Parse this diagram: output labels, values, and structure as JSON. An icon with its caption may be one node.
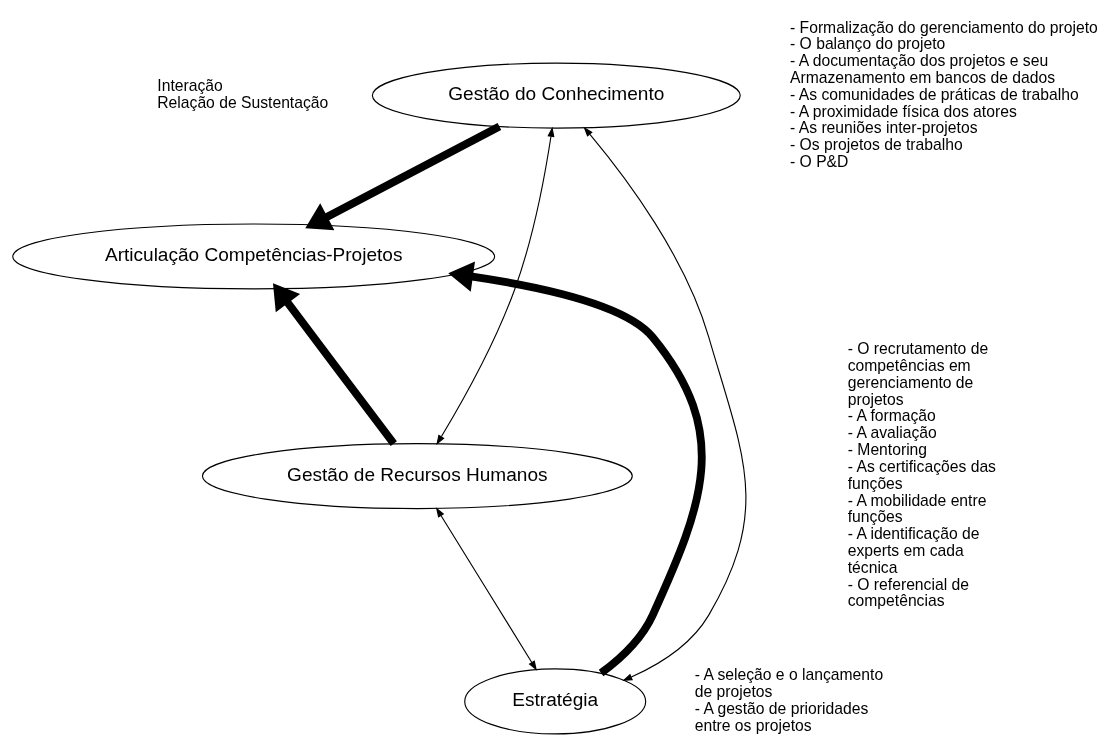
{
  "diagram": {
    "nodes": [
      {
        "text": [
          "Gestão do Conhecimento"
        ],
        "beside": [
          "- Formalização do gerenciamento do projeto",
          "- O balanço do projeto",
          "- A documentação dos projetos e seu Armazenamento em bancos de dados",
          "- As comunidades de práticas de trabalho",
          "- A proximidade física dos atores",
          "- As reuniões inter-projetos",
          "- Os projetos de trabalho",
          "- O P&D"
        ]
      },
      {
        "text": [
          "Articulação Competências-Projetos"
        ]
      },
      {
        "text": [
          "Gestão de Recursos Humanos"
        ],
        "beside": [
          "- O recrutamento de competências em gerenciamento de projetos",
          "- A formação",
          "- A avaliação",
          "- Mentoring",
          "- As certificações das funções",
          "- A mobilidade entre funções",
          "- A identificação de experts em cada técnica",
          "- O referencial de competências"
        ]
      },
      {
        "text": [
          "Estratégia"
        ],
        "beside": [
          "- A seleção e o lançamento de projetos",
          "- A gestão de prioridades entre os projetos"
        ]
      }
    ],
    "edges": [
      {
        "from": 0,
        "to": 1,
        "arrow": "to",
        "style": "thick"
      },
      {
        "from": 2,
        "to": 1,
        "arrow": "to",
        "style": "thick"
      },
      {
        "from": 3,
        "to": 1,
        "arrow": "to",
        "style": "thick"
      },
      {
        "from": 0,
        "to": 2,
        "arrow": "both"
      },
      {
        "from": 0,
        "to": 3,
        "arrow": "both"
      },
      {
        "from": 2,
        "to": 3,
        "arrow": "both"
      }
    ],
    "legend": [
      {
        "text": "Interação"
      },
      {
        "text": "Relação de Sustentação"
      }
    ]
  }
}
